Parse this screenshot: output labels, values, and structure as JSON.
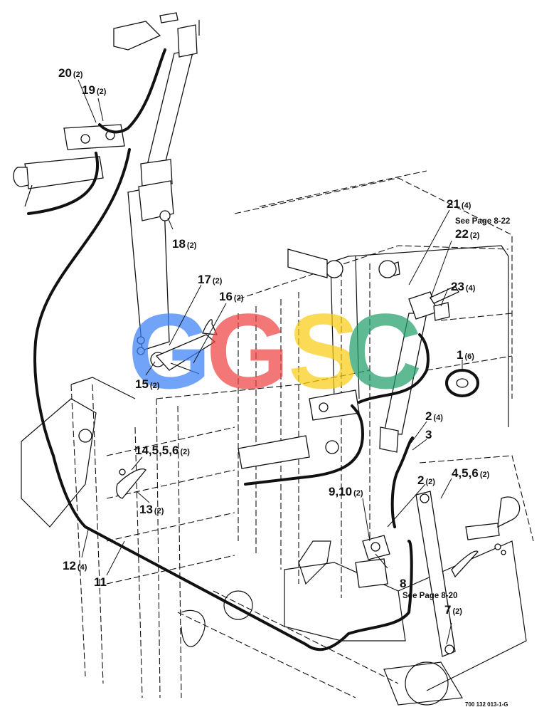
{
  "watermark": {
    "letters": [
      {
        "char": "G",
        "color": "#3b82f6"
      },
      {
        "char": "G",
        "color": "#ef4444"
      },
      {
        "char": "S",
        "color": "#facc15"
      },
      {
        "char": "C",
        "color": "#22a06b"
      }
    ]
  },
  "callouts": [
    {
      "id": "20",
      "qty": "(2)"
    },
    {
      "id": "19",
      "qty": "(2)"
    },
    {
      "id": "18",
      "qty": "(2)"
    },
    {
      "id": "17",
      "qty": "(2)"
    },
    {
      "id": "16",
      "qty": "(2)"
    },
    {
      "id": "15",
      "qty": "(2)"
    },
    {
      "id": "21",
      "qty": "(4)"
    },
    {
      "id": "22",
      "qty": "(2)"
    },
    {
      "id": "23",
      "qty": "(4)"
    },
    {
      "id": "1",
      "qty": "(6)"
    },
    {
      "id": "2",
      "qty": "(4)"
    },
    {
      "id": "3",
      "qty": ""
    },
    {
      "id": "2",
      "qty": "(2)"
    },
    {
      "id": "4,5,6",
      "qty": "(2)"
    },
    {
      "id": "14,5,5,6",
      "qty": "(2)"
    },
    {
      "id": "13",
      "qty": "(2)"
    },
    {
      "id": "9,10",
      "qty": "(2)"
    },
    {
      "id": "12",
      "qty": "(4)"
    },
    {
      "id": "11",
      "qty": ""
    },
    {
      "id": "8",
      "qty": ""
    },
    {
      "id": "7",
      "qty": "(2)"
    }
  ],
  "notes": {
    "see_page_822": "See Page 8-22",
    "see_page_820": "See Page 8-20"
  },
  "drawing_number": "700 132 013-1-G"
}
